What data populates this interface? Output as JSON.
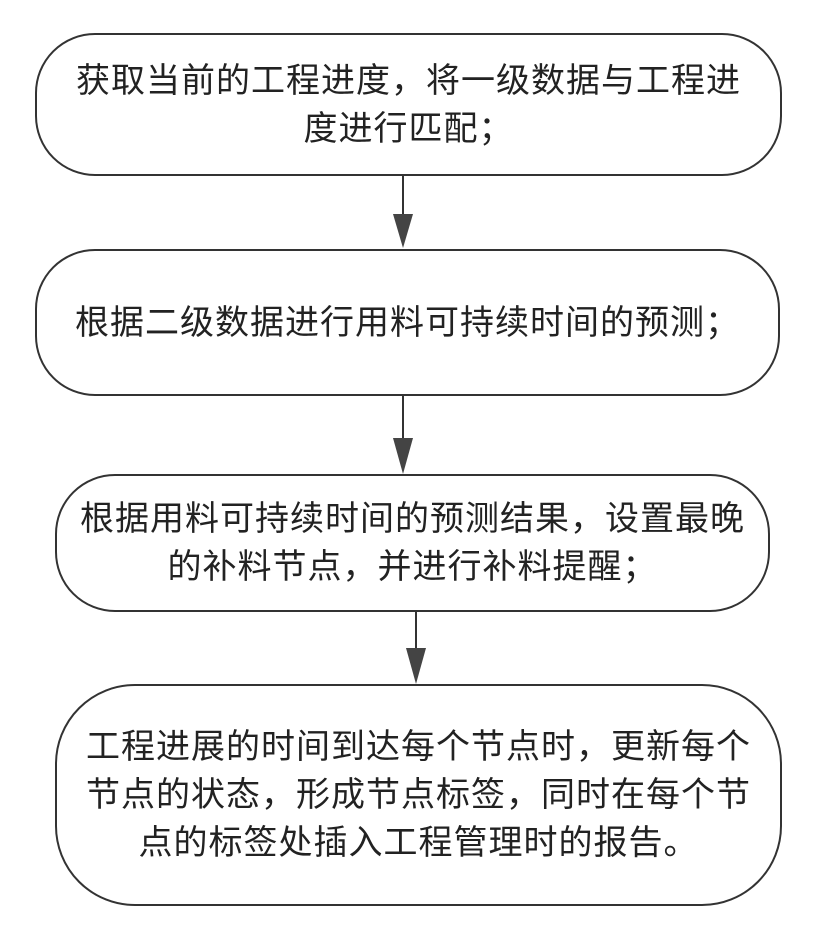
{
  "steps": [
    {
      "lines": [
        "获取当前的工程进度，将一级数据与工程进",
        "度进行匹配；"
      ]
    },
    {
      "lines": [
        "根据二级数据进行用料可持续时间的预测；"
      ]
    },
    {
      "lines": [
        "根据用料可持续时间的预测结果，设置最晚",
        "的补料节点，并进行补料提醒；"
      ]
    },
    {
      "lines": [
        "工程进展的时间到达每个节点时，更新每个",
        "节点的状态，形成节点标签，同时在每个节",
        "点的标签处插入工程管理时的报告。"
      ]
    }
  ]
}
